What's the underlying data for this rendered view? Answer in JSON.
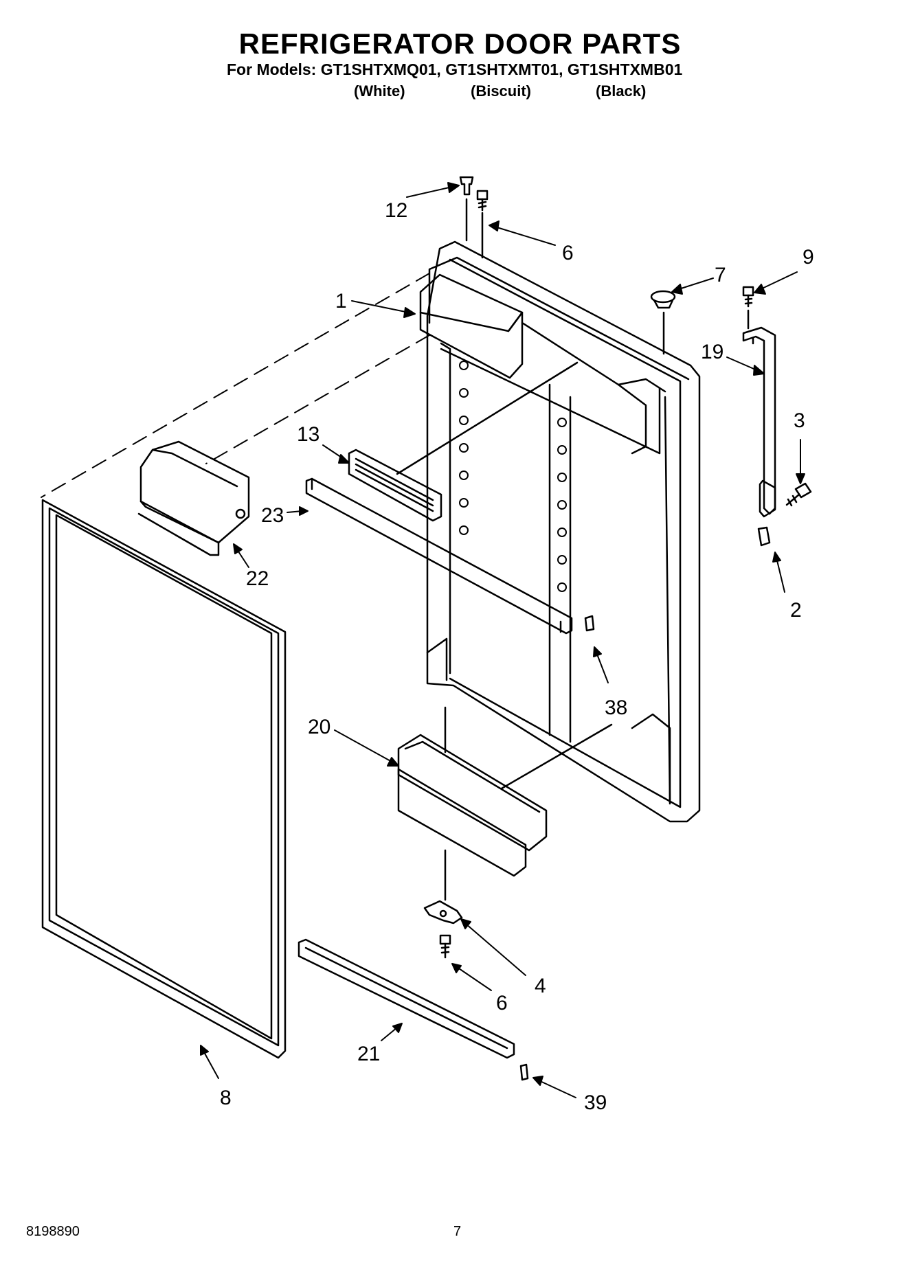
{
  "header": {
    "title": "REFRIGERATOR DOOR PARTS",
    "models": "For Models: GT1SHTXMQ01, GT1SHTXMT01, GT1SHTXMB01",
    "variants": [
      "(White)",
      "(Biscuit)",
      "(Black)"
    ]
  },
  "footer": {
    "doc_number": "8198890",
    "page_number": "7"
  },
  "callouts": [
    {
      "id": "12",
      "part": "cap"
    },
    {
      "id": "6",
      "part": "screw-top"
    },
    {
      "id": "7",
      "part": "plug"
    },
    {
      "id": "9",
      "part": "screw-hinge"
    },
    {
      "id": "1",
      "part": "door-liner"
    },
    {
      "id": "19",
      "part": "handle"
    },
    {
      "id": "3",
      "part": "screw-handle"
    },
    {
      "id": "13",
      "part": "shelf-panel"
    },
    {
      "id": "23",
      "part": "trim-strip"
    },
    {
      "id": "22",
      "part": "dairy-bin"
    },
    {
      "id": "2",
      "part": "clip-handle"
    },
    {
      "id": "38",
      "part": "clip-trim"
    },
    {
      "id": "20",
      "part": "door-bin"
    },
    {
      "id": "4",
      "part": "hinge-bottom"
    },
    {
      "id": "6",
      "part": "screw-bottom"
    },
    {
      "id": "21",
      "part": "bottom-trim"
    },
    {
      "id": "39",
      "part": "clip-bottom"
    },
    {
      "id": "8",
      "part": "gasket"
    }
  ]
}
